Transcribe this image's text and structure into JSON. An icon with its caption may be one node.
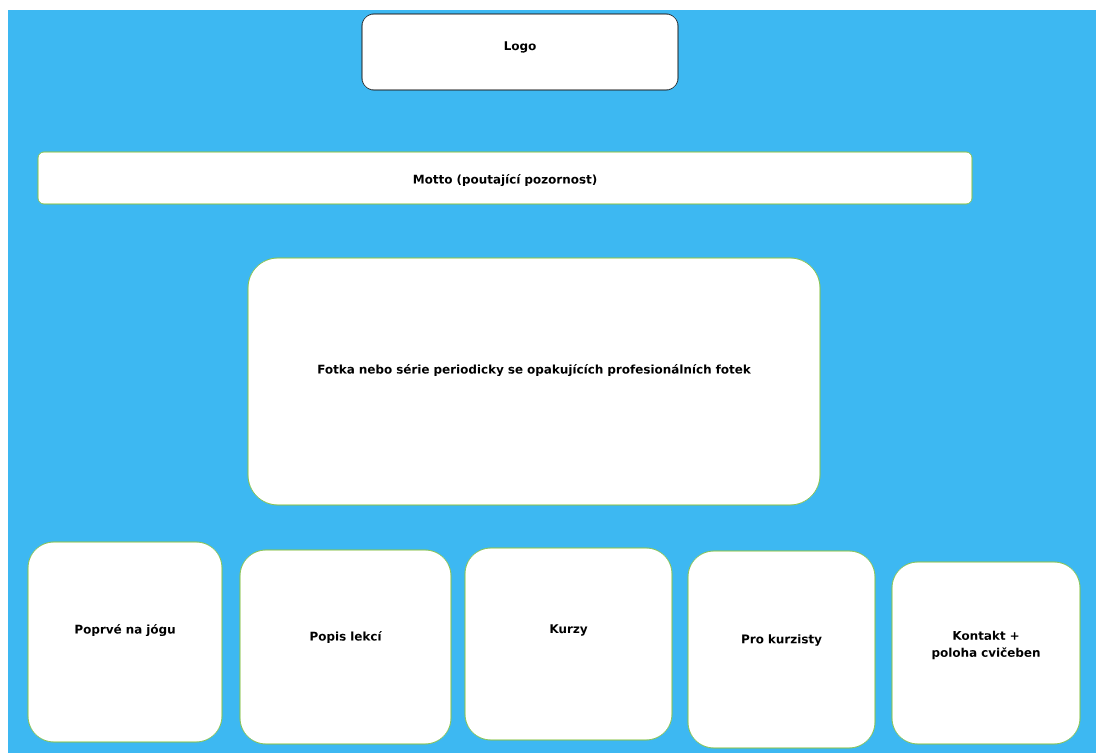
{
  "diagram": {
    "nodes": [
      {
        "text": [
          "Logo"
        ]
      },
      {
        "text": [
          "Motto (poutající pozornost)"
        ]
      },
      {
        "text": [
          "Fotka nebo série periodicky se opakujících profesionálních fotek"
        ]
      },
      {
        "text": [
          "Poprvé na jógu"
        ]
      },
      {
        "text": [
          "Popis lekcí"
        ]
      },
      {
        "text": [
          "Kurzy"
        ]
      },
      {
        "text": [
          "Pro kurzisty"
        ]
      },
      {
        "text": [
          "Kontakt + poloha cvičeben"
        ]
      }
    ]
  }
}
